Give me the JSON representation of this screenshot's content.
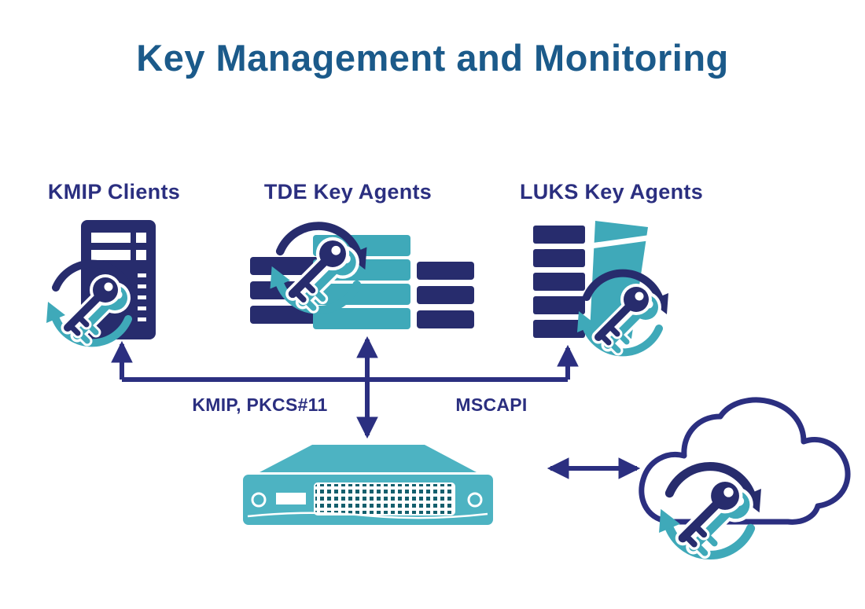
{
  "title": "Key Management and Monitoring",
  "groups": [
    {
      "id": "kmip-clients",
      "label": "KMIP Clients"
    },
    {
      "id": "tde-key-agents",
      "label": "TDE Key Agents"
    },
    {
      "id": "luks-key-agents",
      "label": "LUKS Key Agents"
    }
  ],
  "connectors": {
    "left_protocol_label": "KMIP, PKCS#11",
    "right_protocol_label": "MSCAPI"
  },
  "icons": {
    "key_rotation": "two-circular-arrows-with-key",
    "kmip_clients": "server-tower",
    "tde_key_agents": "storage-array-stack",
    "luks_key_agents": "storage-stack-with-tilted-disk",
    "appliance": "rack-key-manager-appliance",
    "cloud": "cloud-outline"
  },
  "colors": {
    "background": "#ffffff",
    "title_text": "#1b5a8a",
    "navy": "#2b2f80",
    "navy_dark": "#272c6d",
    "teal": "#3fa9b9",
    "appliance_teal": "#4db3c2"
  }
}
